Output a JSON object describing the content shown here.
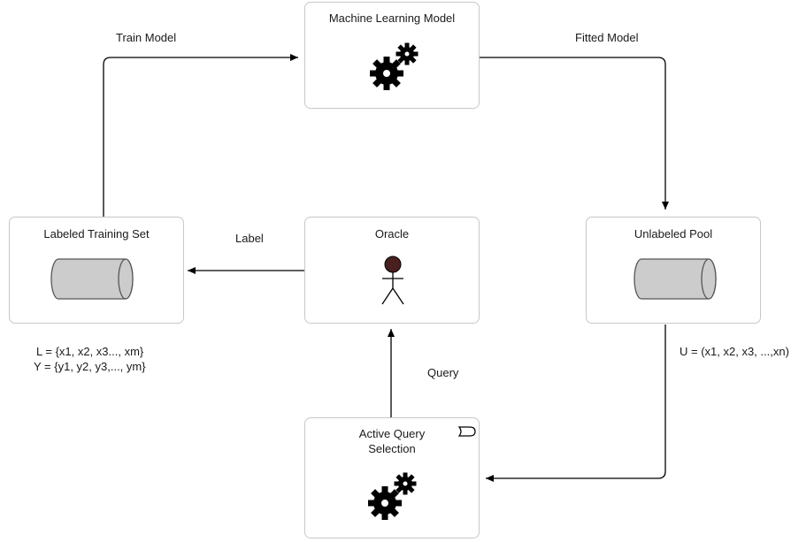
{
  "nodes": {
    "ml_model": {
      "title": "Machine Learning Model",
      "icon": "gears-icon"
    },
    "labeled_set": {
      "title": "Labeled Training Set",
      "icon": "cylinder-icon"
    },
    "oracle": {
      "title": "Oracle",
      "icon": "person-icon"
    },
    "unlabeled_pool": {
      "title": "Unlabeled Pool",
      "icon": "cylinder-icon"
    },
    "active_query": {
      "title_line1": "Active Query",
      "title_line2": "Selection",
      "icon": "gears-icon",
      "corner_icon": "event-icon"
    }
  },
  "edges": {
    "train_model": "Train Model",
    "fitted_model": "Fitted Model",
    "label": "Label",
    "query": "Query"
  },
  "annotations": {
    "labeled_line1": "L = {x1, x2, x3..., xm}",
    "labeled_line2": "Y = {y1, y2, y3,..., ym}",
    "unlabeled": "U = (x1, x2, x3, ...,xn)"
  },
  "colors": {
    "border": "#c8c8c8",
    "cylinder_fill": "#cccccc",
    "cylinder_stroke": "#555555",
    "person_head": "#4a1f1f",
    "gear": "#000000",
    "edge": "#000000"
  }
}
